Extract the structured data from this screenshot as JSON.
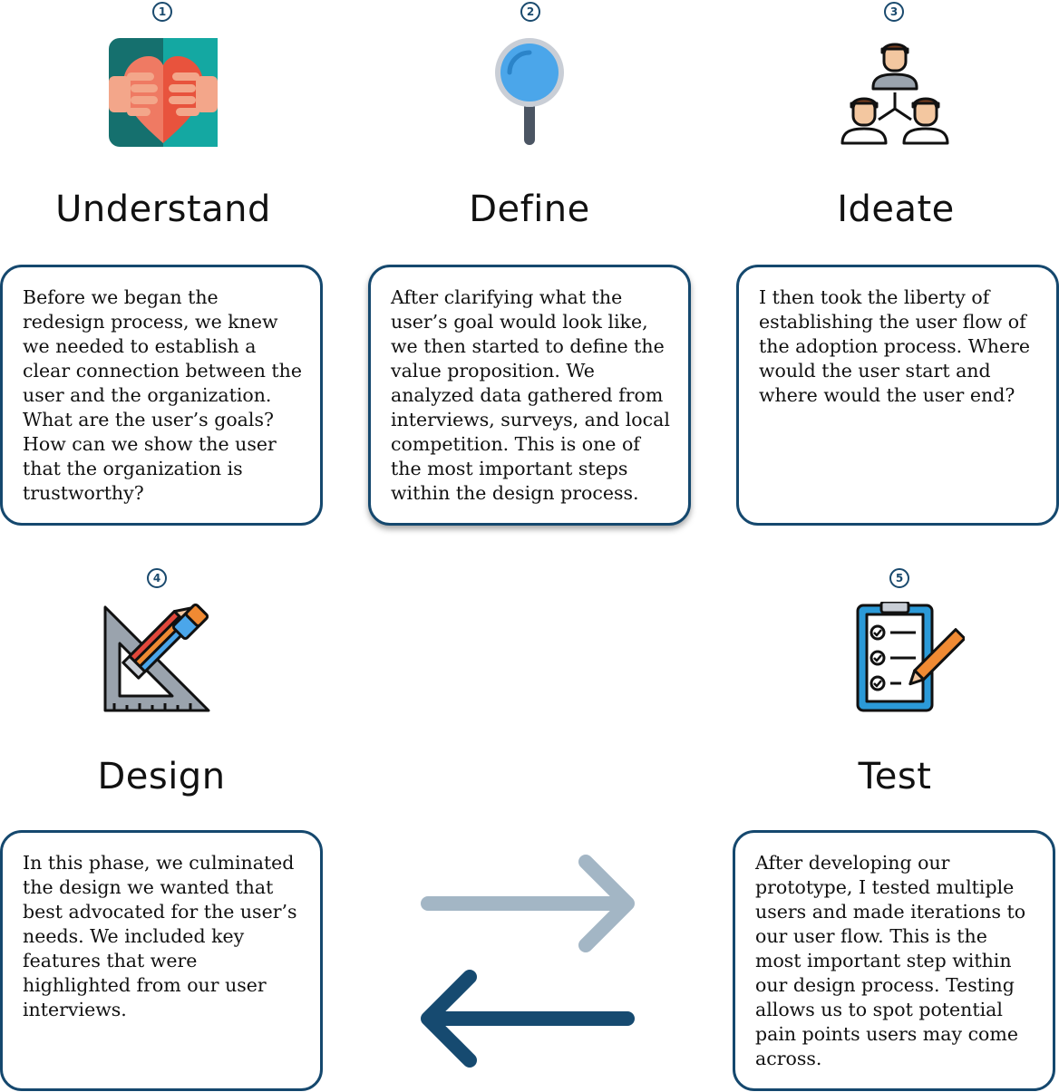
{
  "steps": [
    {
      "number": "1",
      "title": "Understand",
      "icon": "heart-hands-icon",
      "text": "Before we began the redesign process, we knew we needed to establish a clear connection between the user and the organization. What are the user’s goals? How can we show the user that the organization is trustworthy?"
    },
    {
      "number": "2",
      "title": "Define",
      "icon": "magnifying-glass-icon",
      "text": "After clarifying what the user’s goal would look like, we then started to define the value proposition. We analyzed data gathered from interviews, surveys, and local competition. This is one of the most important steps within the design process."
    },
    {
      "number": "3",
      "title": "Ideate",
      "icon": "team-hierarchy-icon",
      "text": "I then took the liberty of establishing the user flow of the adoption process. Where would the user start and where would the user end?"
    },
    {
      "number": "4",
      "title": "Design",
      "icon": "design-tools-icon",
      "text": "In this phase, we culminated the design we wanted that best advocated for the user’s needs. We included key features that were highlighted from our user interviews."
    },
    {
      "number": "5",
      "title": "Test",
      "icon": "checklist-clipboard-icon",
      "text": "After developing our prototype, I tested multiple users and made iterations to our user flow. This is the most important step within our design process. Testing allows us to spot potential pain points users may come across."
    }
  ],
  "colors": {
    "card_border": "#15486e",
    "arrow_forward": "#a3b6c5",
    "arrow_back": "#164a70"
  }
}
